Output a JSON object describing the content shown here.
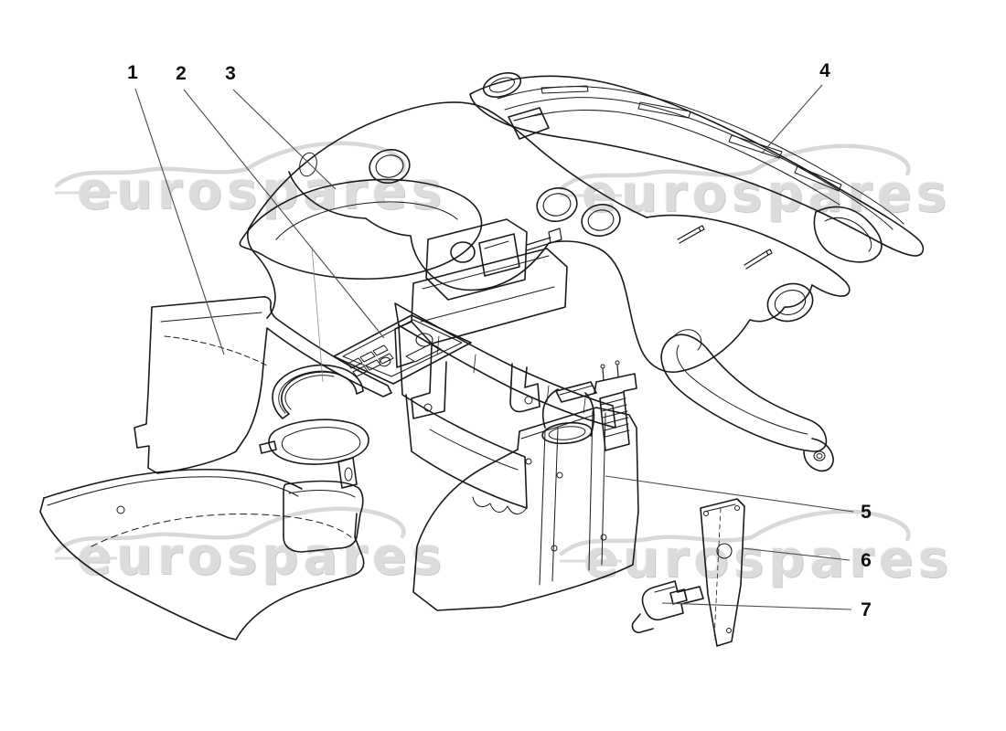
{
  "diagram": {
    "title": "exploded-parts-diagram",
    "watermark": {
      "text": "eurospares",
      "color": "#d8d8d8"
    },
    "callouts": [
      {
        "label": "1"
      },
      {
        "label": "2"
      },
      {
        "label": "3"
      },
      {
        "label": "4"
      },
      {
        "label": "5"
      },
      {
        "label": "6"
      },
      {
        "label": "7"
      }
    ],
    "colors": {
      "background": "#ffffff",
      "line": "#1a1a1a",
      "leader_line": "#4a4a4a",
      "watermark": "#d8d8d8"
    }
  }
}
